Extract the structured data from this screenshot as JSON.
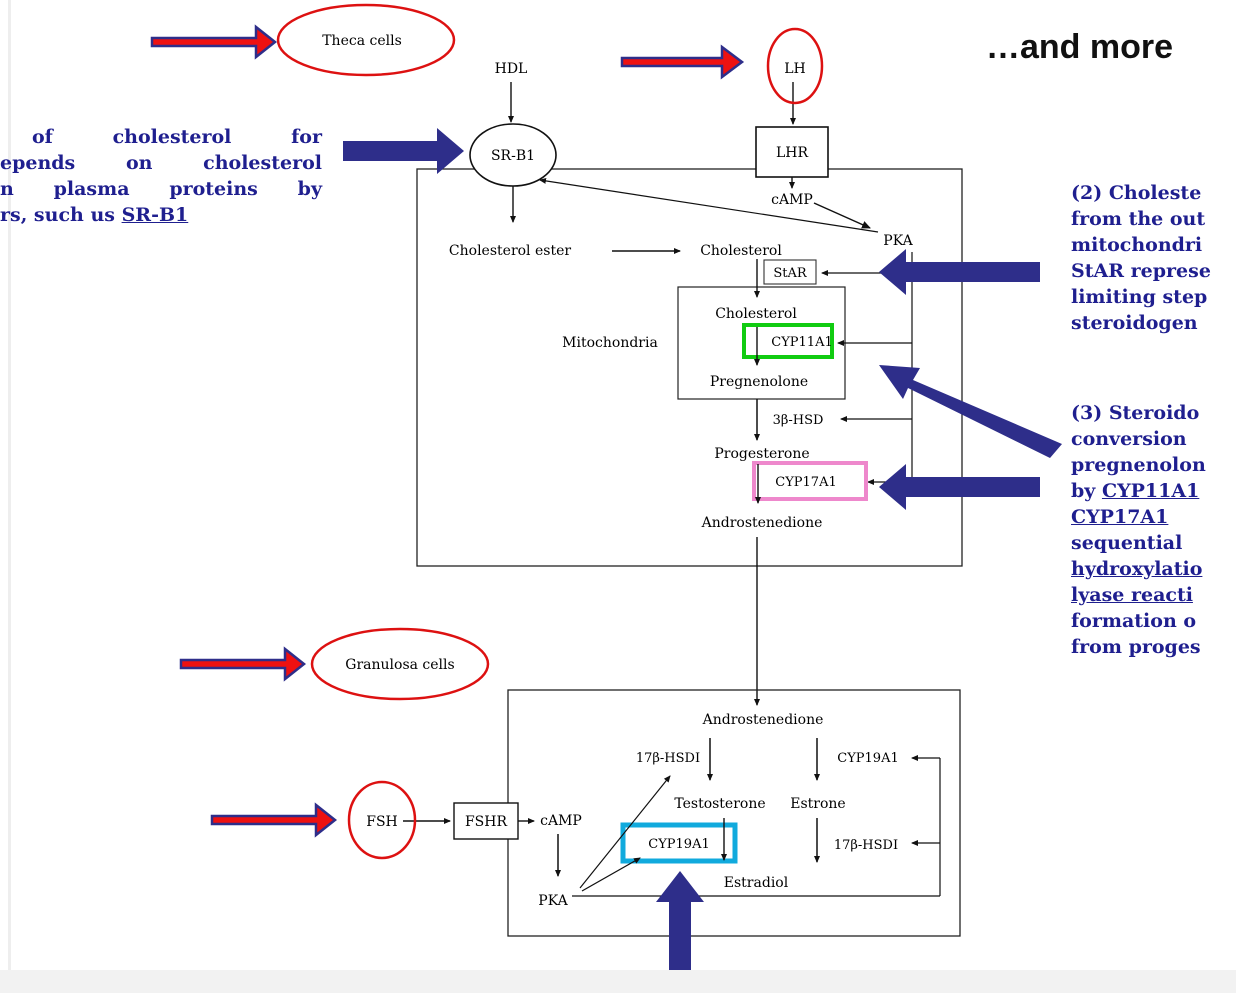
{
  "headline": "…and more",
  "left_note": {
    "lines": [
      "of cholesterol for",
      "epends on cholesterol",
      "n plasma proteins by",
      "rs, such us "
    ],
    "underlined": "SR-B1"
  },
  "right_note_2": {
    "lines": [
      "(2) Choleste",
      "from the out",
      "mitochondri",
      "StAR represe",
      "limiting step",
      "steroidogen"
    ]
  },
  "right_note_3": {
    "lines": [
      "(3) Steroido",
      "conversion",
      "pregnenolon"
    ],
    "line_by_prefix": "by ",
    "line_by_gene": "CYP11A1",
    "line_gene2": "CYP17A1",
    "line_seq": "sequential",
    "line_hydrox": "hydroxylatio",
    "line_lyase": "lyase reacti",
    "line_formation": "formation o",
    "line_from": "from proges"
  },
  "diagram": {
    "theca_label": "Theca cells",
    "granulosa_label": "Granulosa cells",
    "hdl": "HDL",
    "lh": "LH",
    "sr_b1": "SR-B1",
    "lhr": "LHR",
    "camp_top": "cAMP",
    "pka_top": "PKA",
    "cholesterol_ester": "Cholesterol ester",
    "cholesterol_cyto": "Cholesterol",
    "star": "StAR",
    "cholesterol_mito": "Cholesterol",
    "mitochondria": "Mitochondria",
    "cyp11a1": "CYP11A1",
    "pregnenolone": "Pregnenolone",
    "hsd3b": "3β-HSD",
    "progesterone": "Progesterone",
    "cyp17a1": "CYP17A1",
    "androstenedione_theca": "Androstenedione",
    "androstenedione_gran": "Androstenedione",
    "hsd17b_left": "17β-HSDI",
    "cyp19a1_right": "CYP19A1",
    "testosterone": "Testosterone",
    "estrone": "Estrone",
    "fsh": "FSH",
    "fshr": "FSHR",
    "camp_bottom": "cAMP",
    "cyp19a1_box": "CYP19A1",
    "hsd17b_right": "17β-HSDI",
    "estradiol": "Estradiol",
    "pka_bottom": "PKA"
  },
  "colors": {
    "red_arrow": "#ee1111",
    "navy_arrow": "#2e2e8a",
    "circle_red": "#dd1111",
    "green_box": "#11cc11",
    "pink_box": "#ee88cc",
    "blue_box": "#11aadd",
    "note_text": "#1f1f8f"
  }
}
